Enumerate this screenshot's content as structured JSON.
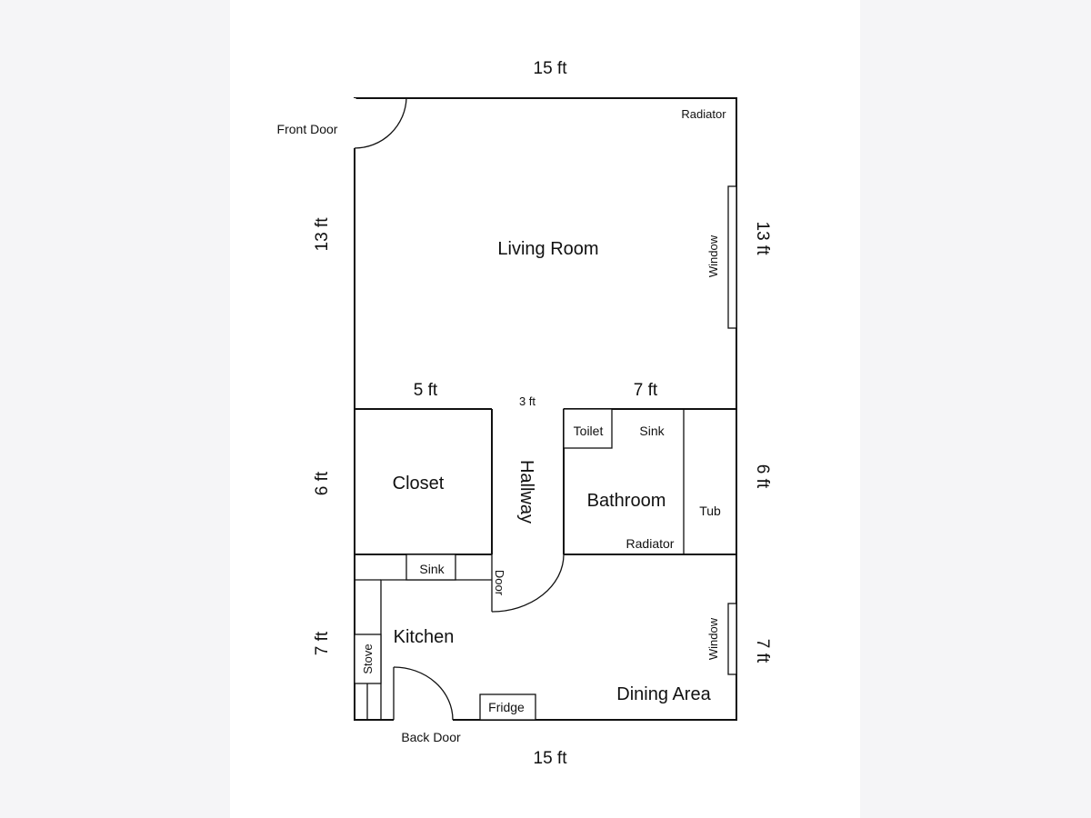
{
  "rooms": {
    "living_room": "Living Room",
    "closet": "Closet",
    "hallway": "Hallway",
    "bathroom": "Bathroom",
    "kitchen": "Kitchen",
    "dining_area": "Dining Area"
  },
  "dimensions": {
    "top": "15 ft",
    "bottom": "15 ft",
    "left_living": "13 ft",
    "right_living": "13 ft",
    "left_closet": "6 ft",
    "right_bathroom": "6 ft",
    "left_kitchen": "7 ft",
    "right_dining": "7 ft",
    "closet_width": "5 ft",
    "hall_width": "3 ft",
    "bath_width": "7 ft"
  },
  "fixtures": {
    "front_door": "Front Door",
    "radiator_living": "Radiator",
    "window_living": "Window",
    "toilet": "Toilet",
    "sink_bath": "Sink",
    "tub": "Tub",
    "radiator_bath": "Radiator",
    "sink_kitchen": "Sink",
    "hall_door": "Door",
    "stove": "Stove",
    "window_dining": "Window",
    "fridge": "Fridge",
    "back_door": "Back Door"
  }
}
